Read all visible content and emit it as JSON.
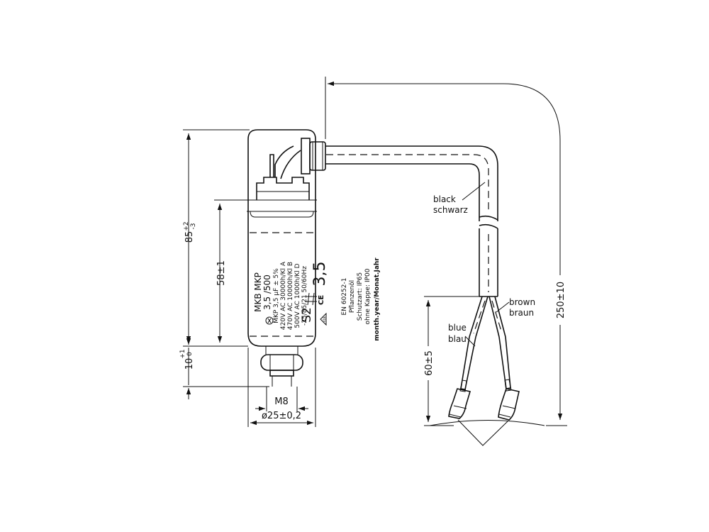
{
  "dimensions": {
    "body_height": "85",
    "body_height_tol_upper": "+2",
    "body_height_tol_lower": "-3",
    "can_height": "58±1",
    "stud_length": "10",
    "stud_tol_upper": "+1",
    "stud_tol_lower": "0",
    "thread": "M8",
    "diameter": "ø25±0,2",
    "lead_length": "250±10",
    "strip_length": "60±5"
  },
  "wires": {
    "black_en": "black",
    "black_de": "schwarz",
    "brown_en": "brown",
    "brown_de": "braun",
    "blue_en": "blue",
    "blue_de": "blau"
  },
  "marking": {
    "line1": "MKB MKP",
    "line2": "3,5 /500",
    "line3": "MKP  3,5 µF ± 5%",
    "line4": "420V AC 30000h/Kl A",
    "line5": "470V AC 10000h/Kl B",
    "line6": "500V AC 1000h/Kl D",
    "line7": "-25/85/21 50/60Hz",
    "symbol": "S2",
    "ce": "CE",
    "value": "3,5",
    "vde": "VDE",
    "std1": "EN 60252-1",
    "std2": "Pflanzenöl",
    "std3": "Schutzart: IP65",
    "std4": "ohne Kappe: IP00",
    "date": "month.year/Monat.Jahr"
  }
}
